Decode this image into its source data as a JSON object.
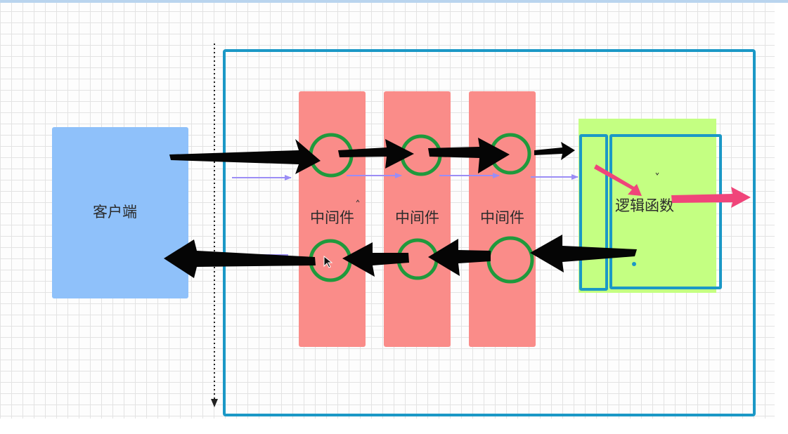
{
  "diagram": {
    "client": {
      "label": "客户端"
    },
    "middlewares": [
      {
        "label": "中间件"
      },
      {
        "label": "中间件"
      },
      {
        "label": "中间件"
      }
    ],
    "logic": {
      "label": "逻辑函数"
    }
  },
  "colors": {
    "client_fill": "#8fc1fa",
    "middleware_fill": "#fa8c89",
    "logic_fill": "#c4ff82",
    "frame_stroke": "#1b98c6",
    "node_ring": "#1f9a3c",
    "main_arrow": "#000000",
    "thin_arrow": "#9b8df5",
    "output_arrow": "#f0457a"
  }
}
